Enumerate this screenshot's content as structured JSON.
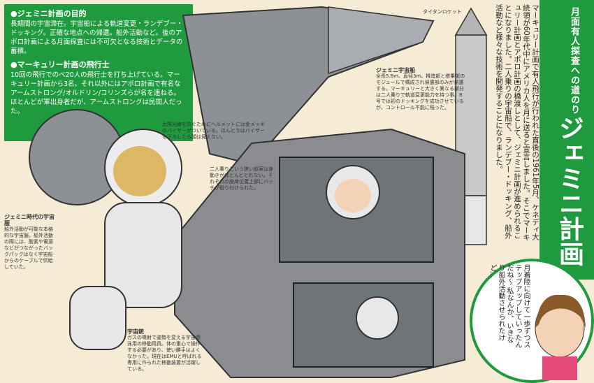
{
  "intro": {
    "goal_heading": "●ジェミニ計画の目的",
    "goal_text": "長期間の宇宙滞在。宇宙船による軌道変更・ランデブー・ドッキング。正確な地点への帰還。船外活動など。後のアポロ計画による月面探査には不可欠となる技術とデータの蓄積。",
    "crew_heading": "●マーキュリー計画の飛行士",
    "crew_text": "10回の飛行でのべ20人の飛行士を打ち上げている。マーキュリー計画から3名。それ以外にはアポロ計画で有名なアームストロング/オルドリン/コリンズらが名を連ねる。ほとんどが軍出身者だが、アームストロングは民間人だった。"
  },
  "title": {
    "sub": "月面有人探査への道のり",
    "main": "ジェミニ計画"
  },
  "main_text": "マーキュリー計画で有人飛行が行われた直後の1961年5月、ケネディ大統領が60年代中にアメリカ人を月に送ると宣言しました。そこでマーキュリー計画とアポロ計画の橋渡しとして、ジェミニ計画が進められることになりました。二人乗りの宇宙船で、ランデブー・ドッキング、船外活動など様々な技術を開発することになりました。",
  "annotations": {
    "titan_label": "タイタンロケット",
    "ship_title": "ジェミニ宇宙船",
    "ship_text": "全長5.8m、直径3m。推進部と搭乗部のモジュールで構成され帰還部のみが帰還する。マーキュリーと大きく異なる部分は二人乗りで軌道変更能力を持つ事。8号では初のドッキングを成功させているが、コントロール不能に陥った。",
    "visor_text": "太陽光線を防ぐためにヘルメットには金メッキのバイザーがついている。ほんとうはバイザーを下ろしたら顔は見えない。",
    "hatch_text": "二人乗りという狭い船室は身動きがほとんどとれない。それぞれの座席位置上部にハッチが取り付けられた。",
    "suit_title": "ジェミニ時代の宇宙服",
    "suit_text": "船外活動が可能な本格的な宇宙服。船外活動の際には、酸素や電源などがつながったバックパックはなく宇宙船からのケーブルで供給していた。",
    "gun_title": "宇宙銃",
    "gun_text": "ガスの噴射で姿勢を変える宇宙遊泳用の移動用具。体の重心で操作する必要があり、使い勝手はよくなかった。現在はEMUと呼ばれる専用に作られた移動装置が活躍している。"
  },
  "speech": {
    "text": "月着陸に向けて一歩ずつステップアップしていったんだね〜 私なんか、いきなり船外活動させられたけど…"
  },
  "colors": {
    "green": "#1f9a3e",
    "paper": "#f6ecd6"
  }
}
